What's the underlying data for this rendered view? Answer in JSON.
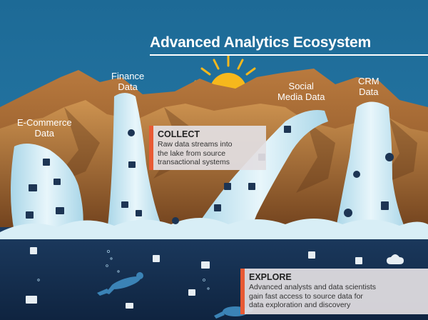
{
  "title": "Advanced Analytics Ecosystem",
  "sources": {
    "ecommerce": [
      "E-Commerce",
      "Data"
    ],
    "finance": [
      "Finance",
      "Data"
    ],
    "social": [
      "Social",
      "Media Data"
    ],
    "crm": [
      "CRM",
      "Data"
    ]
  },
  "collect": {
    "heading": "COLLECT",
    "lines": [
      "Raw data streams into",
      "the lake from source",
      "transactional systems"
    ]
  },
  "explore": {
    "heading": "EXPLORE",
    "lines": [
      "Advanced analysts and data scientists",
      "gain fast access to source data for",
      "data exploration and discovery"
    ]
  },
  "colors": {
    "sky": "#1f6d99",
    "mountain_light": "#c98a4a",
    "mountain_dark": "#8a5226",
    "lake": "#14304f",
    "water": "#c9e8f3",
    "sun": "#f6b81c",
    "accent": "#e85a34"
  },
  "icons": {
    "floating": [
      "shopping-cart-icon",
      "chart-icon",
      "twitter-icon",
      "pinterest-icon",
      "facebook-icon",
      "image-icon",
      "calendar-icon",
      "clipboard-icon",
      "gear-icon",
      "cloud-icon",
      "dollar-icon"
    ]
  }
}
